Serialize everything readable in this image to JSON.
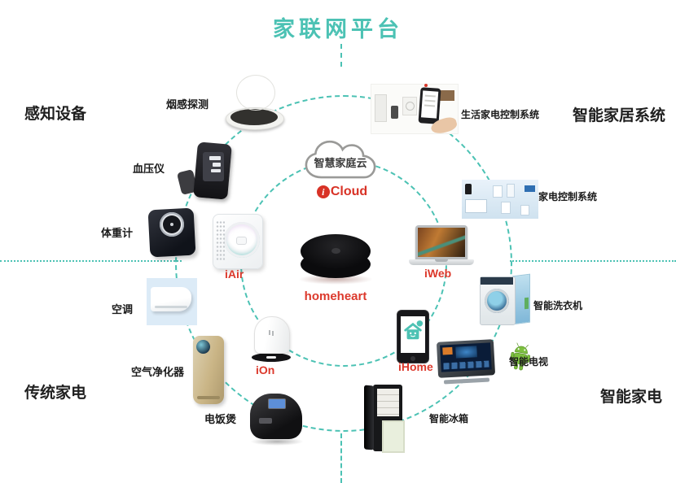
{
  "title": "家联网平台",
  "colors": {
    "accent": "#4cc2b4",
    "label_red": "#dc392c",
    "text": "#1f1f1f"
  },
  "corner_labels": {
    "top_left": "感知设备",
    "top_right": "智能家居系统",
    "bottom_left": "传统家电",
    "bottom_right": "智能家电"
  },
  "center": {
    "cloud_label": "智慧家庭云",
    "cloud_brand_i": "i",
    "cloud_brand": "Cloud",
    "hub_label": "homeheart"
  },
  "nodes": {
    "smoke_detector": {
      "label": "烟感探测"
    },
    "blood_pressure": {
      "label": "血压仪"
    },
    "weight_scale": {
      "label": "体重计"
    },
    "air_conditioner": {
      "label": "空调"
    },
    "air_purifier": {
      "label": "空气净化器"
    },
    "rice_cooker": {
      "label": "电饭煲"
    },
    "iair": {
      "label": "iAir"
    },
    "ion": {
      "label": "iOn"
    },
    "iweb": {
      "label": "iWeb"
    },
    "ihome": {
      "label": "iHome"
    },
    "life_control": {
      "label": "生活家电控制系统"
    },
    "appliance_control": {
      "label": "家电控制系统"
    },
    "washer": {
      "label": "智能洗衣机"
    },
    "tv": {
      "label": "智能电视"
    },
    "fridge": {
      "label": "智能冰箱"
    }
  }
}
